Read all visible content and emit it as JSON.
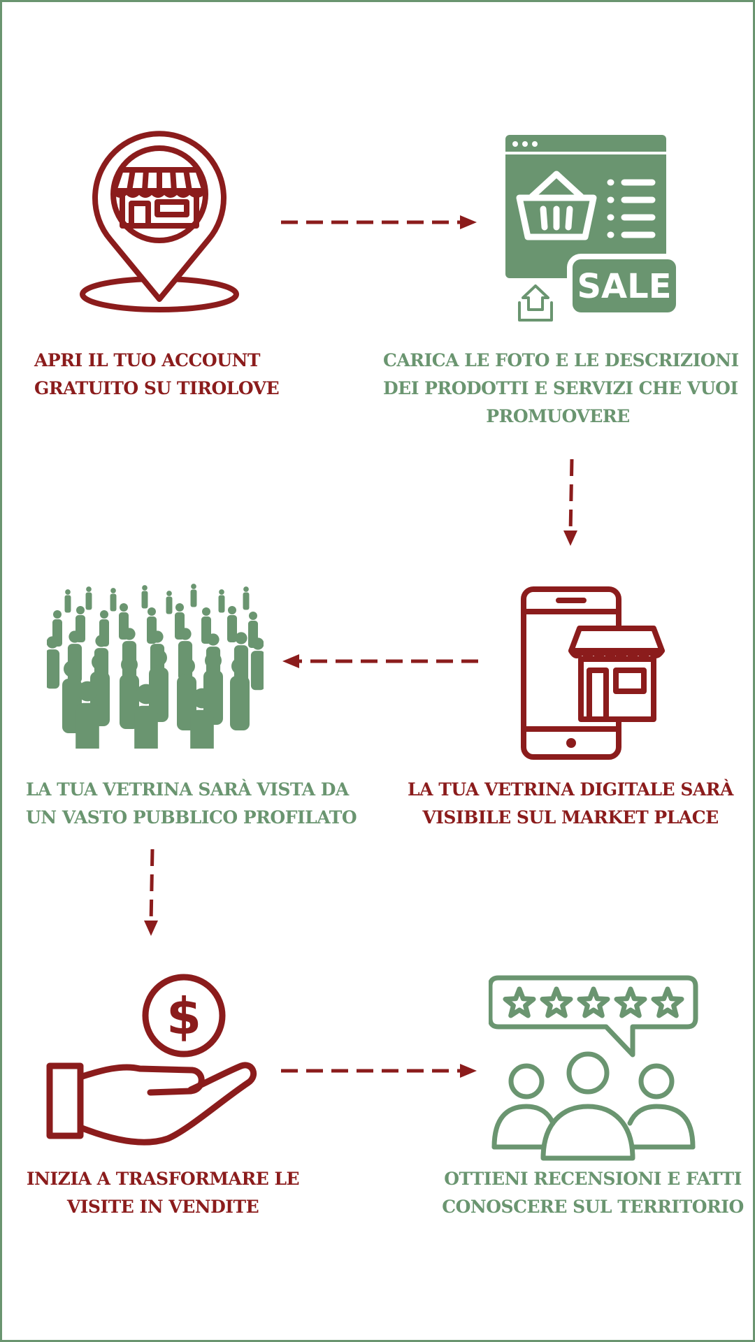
{
  "colors": {
    "accent_red": "#8b1c1c",
    "accent_green": "#6a9570",
    "background": "#ffffff"
  },
  "steps": [
    {
      "icon": "store-location-pin-icon",
      "lines": [
        "APRI IL TUO ACCOUNT",
        "GRATUITO SU TIROLOVE"
      ]
    },
    {
      "icon": "online-shop-sale-icon",
      "badge": "SALE",
      "lines": [
        "CARICA LE FOTO E LE DESCRIZIONI",
        "DEI PRODOTTI E SERVIZI CHE VUOI",
        "PROMUOVERE"
      ]
    },
    {
      "icon": "smartphone-store-icon",
      "lines": [
        "LA TUA VETRINA DIGITALE SARÀ",
        "VISIBILE SUL  MARKET PLACE"
      ]
    },
    {
      "icon": "crowd-icon",
      "lines": [
        "LA TUA VETRINA SARÀ VISTA DA",
        "UN VASTO PUBBLICO PROFILATO"
      ]
    },
    {
      "icon": "hand-dollar-icon",
      "lines": [
        "INIZIA A TRASFORMARE LE",
        "VISITE IN VENDITE"
      ]
    },
    {
      "icon": "customer-reviews-icon",
      "lines": [
        "OTTIENI RECENSIONI E FATTI",
        "CONOSCERE SUL TERRITORIO"
      ]
    }
  ],
  "arrows": [
    "right",
    "down",
    "left",
    "down",
    "right"
  ]
}
